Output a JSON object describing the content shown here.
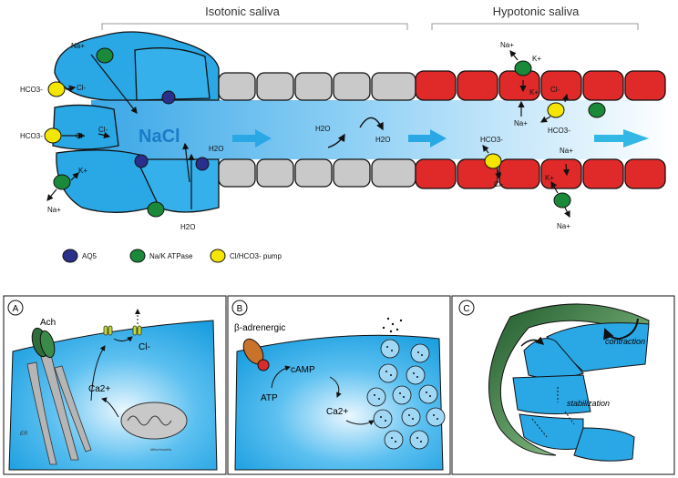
{
  "top": {
    "isotonic_label": "Isotonic saliva",
    "hypotonic_label": "Hypotonic saliva",
    "nacl": "NaCl",
    "ions": {
      "na": "Na+",
      "cl": "Cl-",
      "hco3": "HCO3-",
      "k": "K+",
      "h2o": "H2O"
    }
  },
  "legend": {
    "aq5": "AQ5",
    "atpase": "Na/K ATPase",
    "pump": "Cl/HCO3- pump"
  },
  "panel_a": {
    "letter": "A",
    "ach": "Ach",
    "ca": "Ca2+",
    "cl": "Cl-",
    "er": "ER",
    "mito": "Mitochondria"
  },
  "panel_b": {
    "letter": "B",
    "receptor": "β-adrenergic",
    "atp": "ATP",
    "camp": "cAMP",
    "ca": "Ca2+"
  },
  "panel_c": {
    "letter": "C",
    "contraction": "contraction",
    "stabilization": "stabilization"
  },
  "colors": {
    "acinar_blue": "#29a9e6",
    "ductal_red": "#e02828",
    "striated_grey": "#c8c8c8",
    "aq5": "#2a2f8c",
    "atpase": "#1a8a3a",
    "pump": "#f2e600",
    "myoepithelial_green": "#2f6e3a"
  }
}
